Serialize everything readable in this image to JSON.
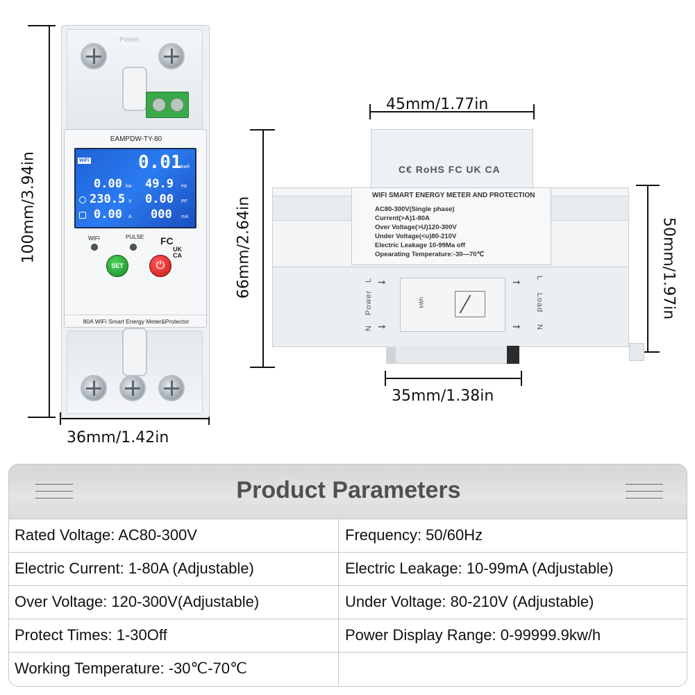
{
  "front_device": {
    "model": "EAMPDW-TY-80",
    "top_label": "Power",
    "lcd": {
      "wifi_tag": "WiFi",
      "row1_value": "0.01",
      "row1_unit": "kwh",
      "row2_left": "0.00",
      "row2_left_unit": "kw",
      "row2_right": "49.9",
      "row2_right_unit": "Hz",
      "row3_left": "230.5",
      "row3_left_unit": "V",
      "row3_right": "0.00",
      "row3_right_unit": "PF",
      "row4_left": "0.00",
      "row4_left_unit": "A",
      "row4_right": "000",
      "row4_right_unit": "mA"
    },
    "led_wifi": "WIFI",
    "led_pulse": "PULSE",
    "cert_fc": "FC",
    "cert_ukca": "UK CA",
    "button_set": "SET",
    "button_power": "⏻",
    "caption": "80A WiFi Smart Energy Meter&Protector"
  },
  "dimensions": {
    "front_height": "100mm/3.94in",
    "front_width": "36mm/1.42in",
    "side_top_width": "45mm/1.77in",
    "side_height": "66mm/2.64in",
    "side_right_height": "50mm/1.97in",
    "side_bottom_width": "35mm/1.38in"
  },
  "side_device": {
    "certs": "C€ RoHS FC UK CA",
    "title": "WIFI SMART ENERGY METER AND PROTECTION",
    "spec_lines": [
      "AC80-300V(Single phase)",
      "Current(>A)1-80A",
      "Over Voltage(>U)120-300V",
      "Under Voltage(<u)80-210V",
      "Electric Leakage 10-99Ma off",
      "Opearating Temperature:-30—70℃"
    ],
    "power_label": "Power",
    "load_label": "Load",
    "l_label": "L",
    "n_label": "N",
    "kwh_label": "kWh"
  },
  "params": {
    "title": "Product Parameters",
    "rows": [
      {
        "left": "Rated Voltage: AC80-300V",
        "right": "Frequency: 50/60Hz"
      },
      {
        "left": "Electric Current: 1-80A (Adjustable)",
        "right": "Electric Leakage: 10-99mA (Adjustable)"
      },
      {
        "left": "Over Voltage: 120-300V(Adjustable)",
        "right": "Under Voltage: 80-210V (Adjustable)"
      },
      {
        "left": "Protect Times: 1-30Off",
        "right": "Power Display Range: 0-99999.9kw/h"
      },
      {
        "left": "Working Temperature: -30℃-70℃",
        "right": ""
      }
    ]
  }
}
